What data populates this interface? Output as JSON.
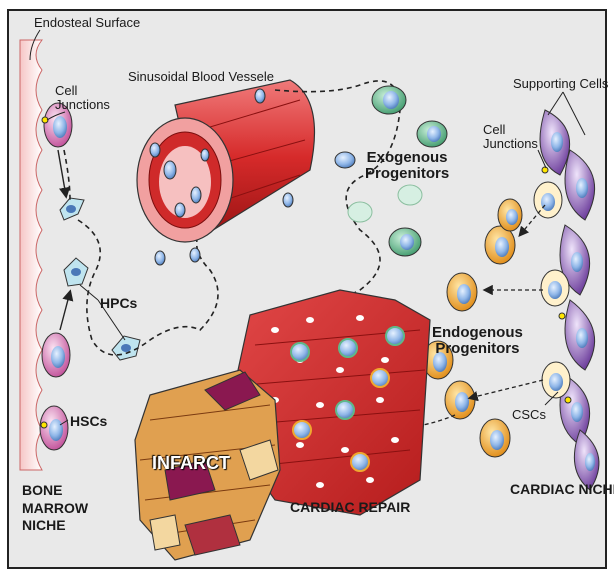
{
  "labels": {
    "endosteal_surface": "Endosteal Surface",
    "cell_junctions_left": "Cell\nJunctions",
    "sinusoidal_vessel": "Sinusoidal Blood Vessele",
    "exogenous_progenitors": "Exogenous\nProgenitors",
    "supporting_cells": "Supporting Cells",
    "cell_junctions_right": "Cell\nJunctions",
    "hpcs": "HPCs",
    "hscs": "HSCs",
    "endogenous_progenitors": "Endogenous\nProgenitors",
    "cscs": "CSCs",
    "infarct": "INFARCT",
    "bone_marrow_niche": "BONE\nMARROW\nNICHE",
    "cardiac_repair": "CARDIAC REPAIR",
    "cardiac_niche": "CARDIAC NICHE"
  },
  "colors": {
    "background": "#e9e9e9",
    "vessel_red": "#d62a2a",
    "muscle_red": "#cf2a2a",
    "progenitor_blue": "#8fb6e8",
    "exogenous_green": "#5fb88a",
    "endogenous_orange": "#f0a830",
    "supporting_purple": "#7b4aa8",
    "hsc_pink": "#d86ab0",
    "infarct_tan": "#e0a050"
  }
}
